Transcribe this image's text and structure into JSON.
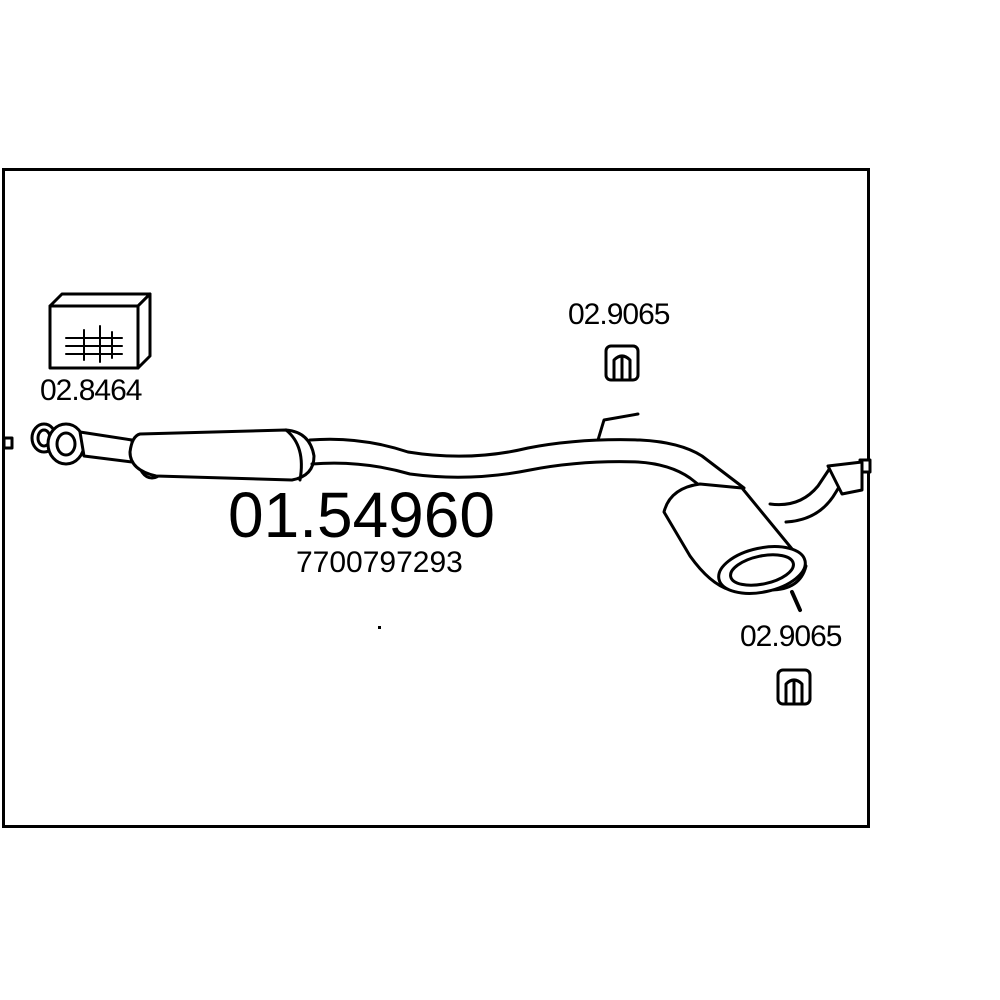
{
  "diagram": {
    "main_part_number": "01.54960",
    "oem_number": "7700797293",
    "clamp_part_number": "02.8464",
    "hanger_part_number_top": "02.9065",
    "hanger_part_number_bottom": "02.9065"
  },
  "icons": {
    "clamp_kit": "clamp-kit-box-icon",
    "hanger": "rubber-hanger-icon"
  },
  "colors": {
    "line": "#000000",
    "background": "#ffffff"
  }
}
